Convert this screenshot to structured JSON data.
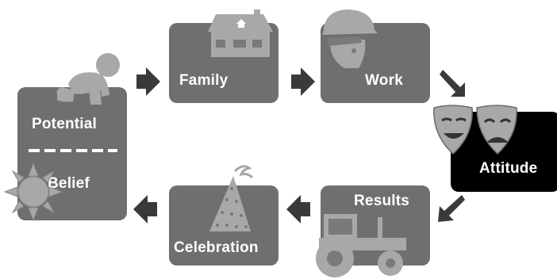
{
  "stages": {
    "potential": "Potential",
    "belief": "Belief",
    "family": "Family",
    "work": "Work",
    "attitude": "Attitude",
    "results": "Results",
    "celebration": "Celebration"
  },
  "icons": [
    "baby-icon",
    "sun-icon",
    "house-icon",
    "hardhat-head-icon",
    "theater-masks-icon",
    "tractor-icon",
    "party-hat-icon",
    "arrow-icon"
  ],
  "colors": {
    "box": "#6f6f6f",
    "highlight": "#000000",
    "icon": "#a8a8a8",
    "arrow": "#3a3a3a",
    "text": "#ffffff"
  }
}
